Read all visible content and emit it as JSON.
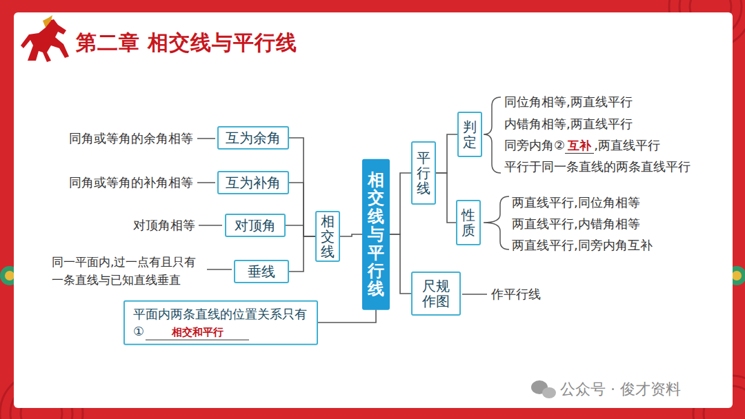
{
  "diagram": {
    "title": "第二章 相交线与平行线",
    "nodes": [
      {
        "text": [
          "相交线与平行线"
        ]
      },
      {
        "text": [
          "相交线"
        ]
      },
      {
        "text": [
          "互为余角"
        ]
      },
      {
        "text": [
          "互为补角"
        ]
      },
      {
        "text": [
          "对顶角"
        ]
      },
      {
        "text": [
          "垂线"
        ]
      },
      {
        "text": [
          "平面内两条直线的位置关系只有①",
          "相交和平行"
        ]
      },
      {
        "text": [
          "平行线"
        ]
      },
      {
        "text": [
          "判定"
        ]
      },
      {
        "text": [
          "性质"
        ]
      },
      {
        "text": [
          "尺规作图"
        ]
      }
    ],
    "edges": [
      {
        "from": 0,
        "to": 1,
        "arrow": "none"
      },
      {
        "from": 1,
        "to": 2,
        "arrow": "none"
      },
      {
        "from": 1,
        "to": 3,
        "arrow": "none"
      },
      {
        "from": 1,
        "to": 4,
        "arrow": "none"
      },
      {
        "from": 1,
        "to": 5,
        "arrow": "none"
      },
      {
        "from": 0,
        "to": 6,
        "arrow": "none"
      },
      {
        "from": 0,
        "to": 7,
        "arrow": "none"
      },
      {
        "from": 7,
        "to": 8,
        "arrow": "none"
      },
      {
        "from": 7,
        "to": 9,
        "arrow": "none"
      },
      {
        "from": 0,
        "to": 10,
        "arrow": "none"
      }
    ],
    "labels": [
      "同角或等角的余角相等",
      "同角或等角的补角相等",
      "对顶角相等",
      "同一平面内,过一点有且只有一条直线与已知直线垂直",
      "同位角相等,两直线平行",
      "内错角相等,两直线平行",
      "同旁内角②",
      "互补",
      ",两直线平行",
      "平行于同一条直线的两条直线平行",
      "两直线平行,同位角相等",
      "两直线平行,内错角相等",
      "两直线平行,同旁内角互补",
      "作平行线",
      "公众号 · 俊才资料"
    ]
  }
}
